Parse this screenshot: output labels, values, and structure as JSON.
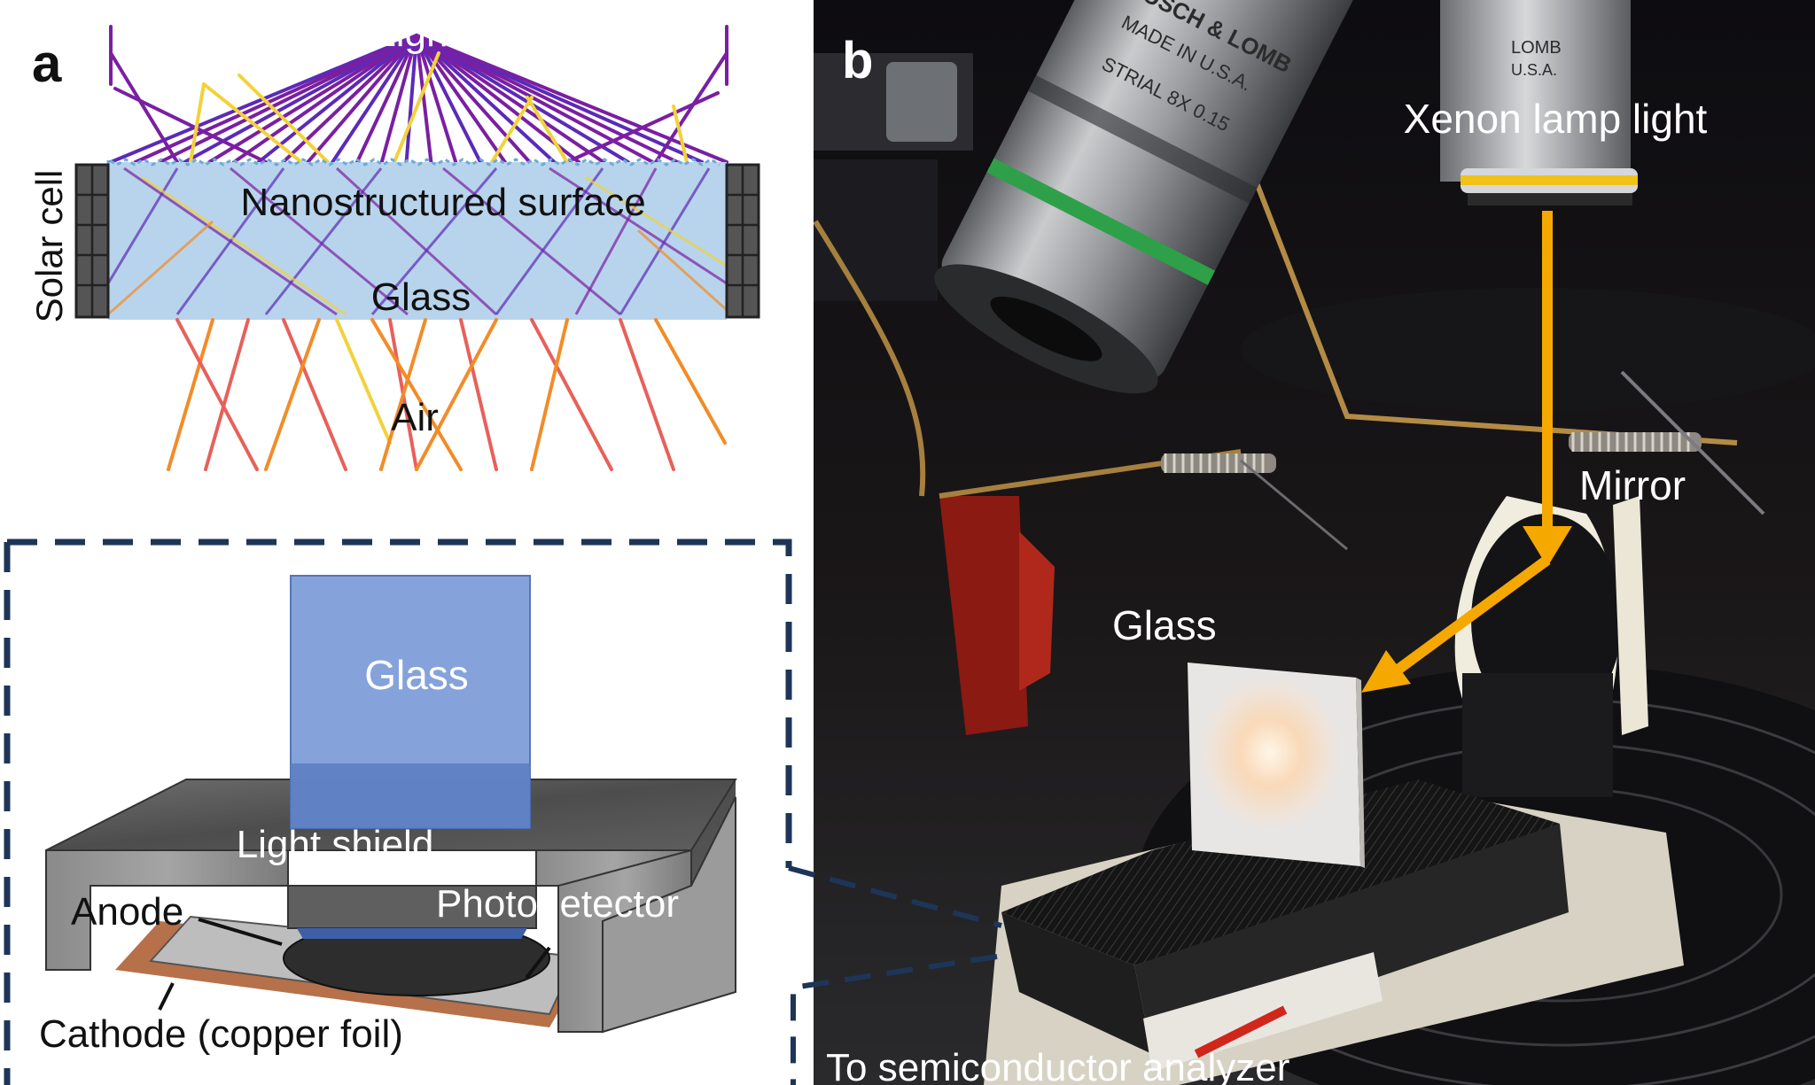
{
  "panel_a": {
    "letter": "a",
    "light_label": "Light",
    "surface_label": "Nanostructured surface",
    "glass_label": "Glass",
    "air_label": "Air",
    "side_label": "Solar cell"
  },
  "panel_b": {
    "letter": "b",
    "lamp_label": "Xenon lamp light",
    "mirror_label": "Mirror",
    "glass_label": "Glass",
    "analyzer_label": "To semiconductor analyzer",
    "lens_left_brand": "BAUSCH & LOMB",
    "lens_left_origin": "MADE IN U.S.A.",
    "lens_left_spec": "STRIAL  8X  0.15",
    "lens_right_brand": "LOMB",
    "lens_right_origin": "U.S.A."
  },
  "inset": {
    "glass_label": "Glass",
    "shield_label": "Light shield",
    "anode_label": "Anode",
    "photodetector_label": "Photodetector",
    "cathode_label": "Cathode (copper foil)"
  },
  "colors": {
    "purple": "#7a1fa2",
    "violet": "#5b2ab8",
    "yellow": "#f2d23a",
    "orange": "#f28c28",
    "coral": "#e8605a",
    "glass_fill": "#b8d4ec",
    "arrow": "#f5a800",
    "dash": "#1d3557"
  }
}
